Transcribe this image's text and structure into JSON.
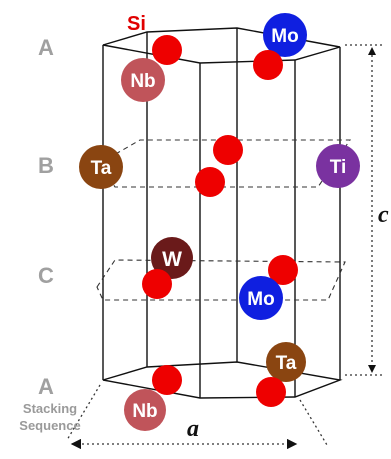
{
  "layers": [
    "A",
    "B",
    "C",
    "A"
  ],
  "stacking_label": [
    "Stacking",
    "Sequence"
  ],
  "si_label": "Si",
  "dimensions": {
    "a": "a",
    "c": "c"
  },
  "atoms": {
    "nb_top": "Nb",
    "mo_top": "Mo",
    "ta_mid": "Ta",
    "ti_mid": "Ti",
    "w": "W",
    "mo_mid": "Mo",
    "ta_bottom": "Ta",
    "nb_bottom": "Nb"
  },
  "colors": {
    "silicon": "#ee0000",
    "nb": "#c0545a",
    "mo": "#0f1fe0",
    "ta": "#8a4511",
    "ti": "#7a32a0",
    "w": "#6a1a1a",
    "layer_label": "#a0a0a0"
  }
}
